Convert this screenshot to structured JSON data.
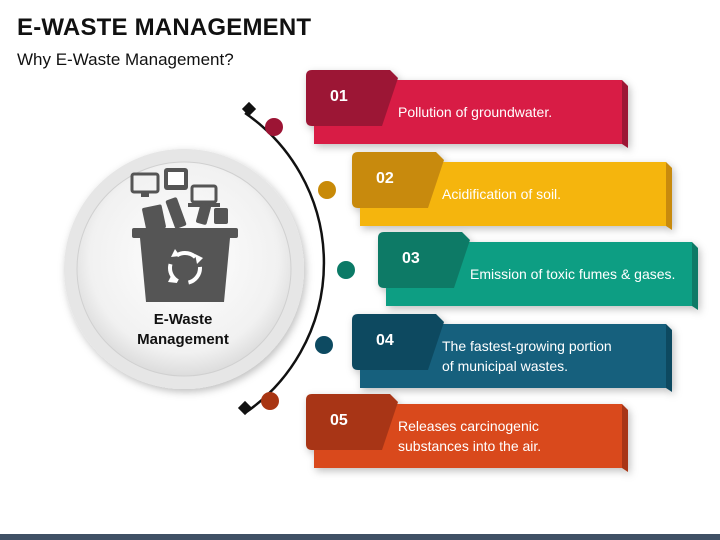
{
  "title": "E-WASTE MANAGEMENT",
  "subtitle": "Why E-Waste Management?",
  "center": {
    "label_line1": "E-Waste",
    "label_line2": "Management",
    "icon": "e-waste-bin-icon"
  },
  "items": [
    {
      "num": "01",
      "text_line1": "Pollution of groundwater.",
      "text_line2": "",
      "color": "#d81b45",
      "shade": "#9c1434"
    },
    {
      "num": "02",
      "text_line1": "Acidification of soil.",
      "text_line2": "",
      "color": "#f5b50e",
      "shade": "#c88a08"
    },
    {
      "num": "03",
      "text_line1": "Emission of toxic fumes & gases.",
      "text_line2": "",
      "color": "#0f9e83",
      "shade": "#0b7a66"
    },
    {
      "num": "04",
      "text_line1": "The fastest-growing portion",
      "text_line2": "of municipal wastes.",
      "color": "#13607d",
      "shade": "#0d4a61"
    },
    {
      "num": "05",
      "text_line1": "Releases carcinogenic",
      "text_line2": "substances into the air.",
      "color": "#d9481c",
      "shade": "#a83512"
    }
  ]
}
